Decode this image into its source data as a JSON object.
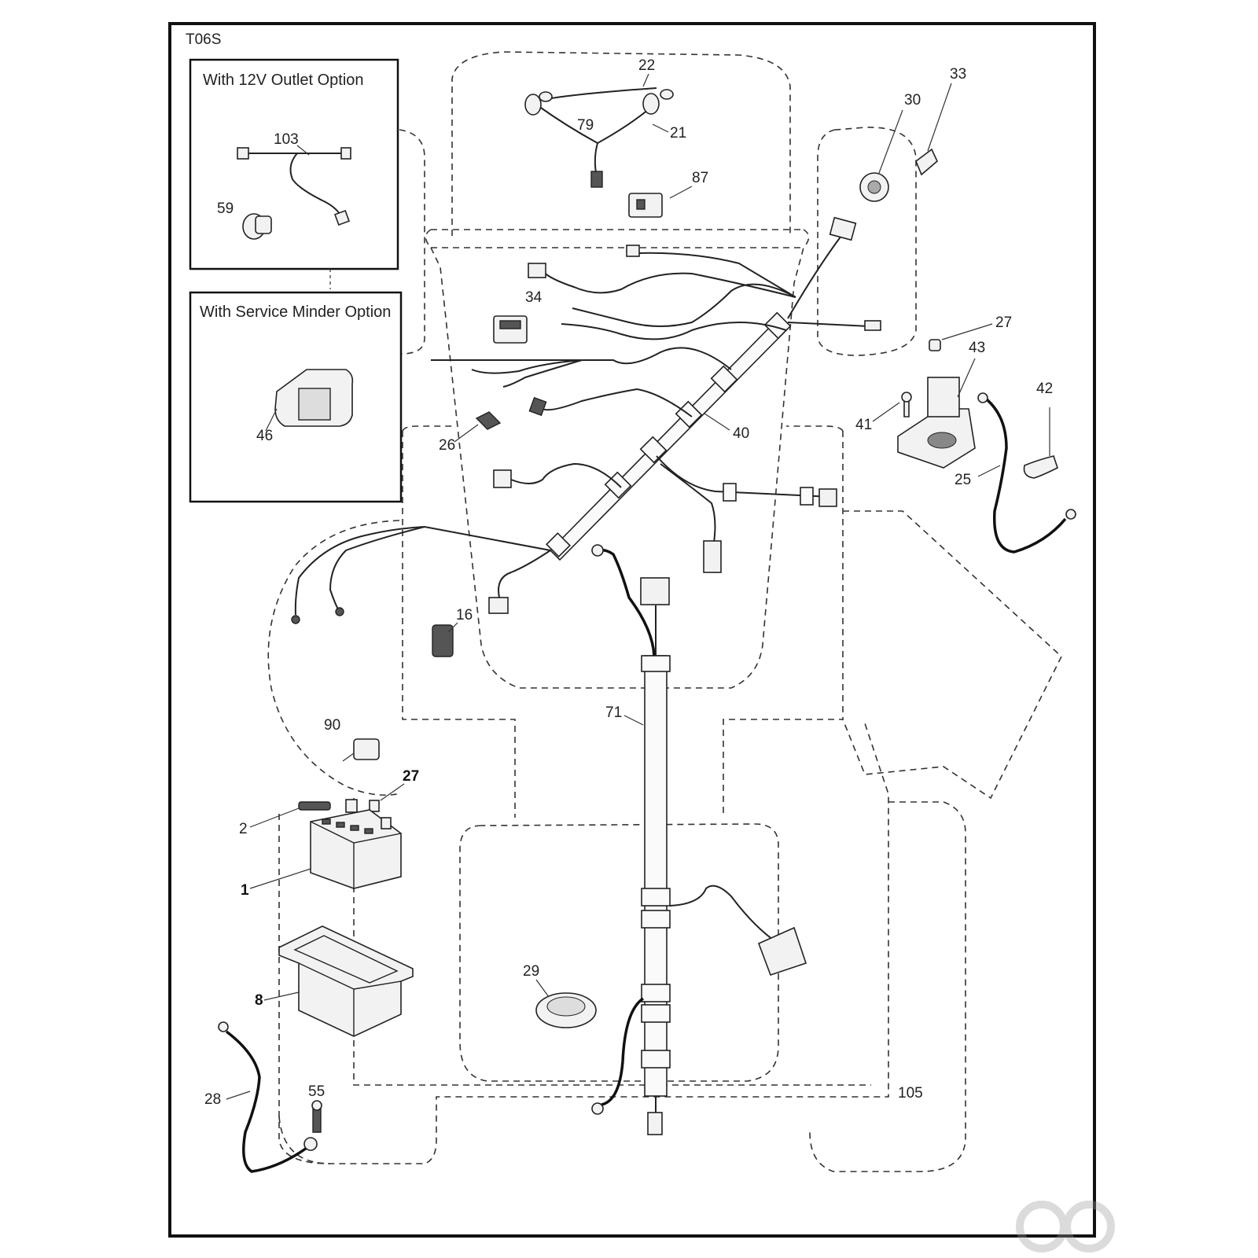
{
  "diagram_code": "T06S",
  "insets": {
    "outlet": {
      "title": "With 12V Outlet Option",
      "parts": [
        "103",
        "59"
      ]
    },
    "minder": {
      "title": "With Service Minder Option",
      "parts": [
        "46"
      ]
    }
  },
  "part_labels": {
    "p22": "22",
    "p79": "79",
    "p21": "21",
    "p87": "87",
    "p33": "33",
    "p30": "30",
    "p27a": "27",
    "p43": "43",
    "p42": "42",
    "p41": "41",
    "p25": "25",
    "p34": "34",
    "p26": "26",
    "p40": "40",
    "p16": "16",
    "p71": "71",
    "p90": "90",
    "p27b": "27",
    "p2": "2",
    "p1": "1",
    "p8": "8",
    "p29": "29",
    "p28": "28",
    "p55": "55",
    "p105": "105",
    "p103": "103",
    "p59": "59",
    "p46": "46"
  }
}
